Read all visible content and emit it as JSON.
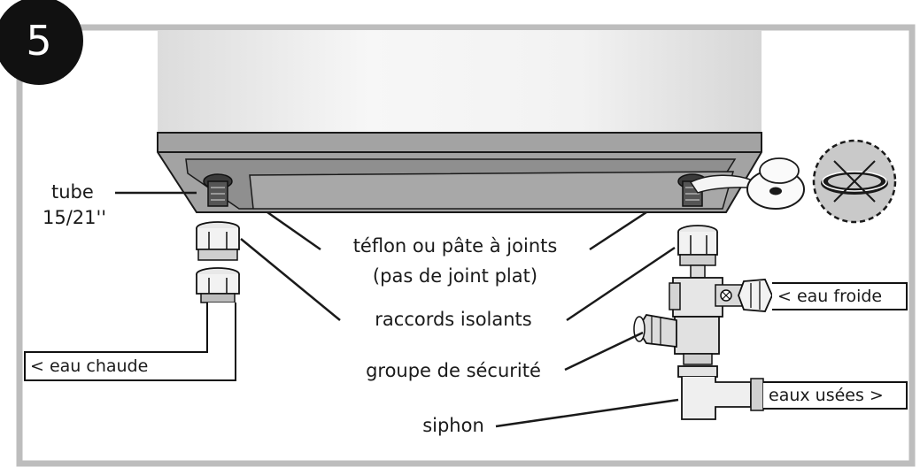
{
  "step": "5",
  "labels": {
    "tube_line1": "tube",
    "tube_line2": "15/21''",
    "teflon_line1": "téflon ou pâte à joints",
    "teflon_line2": "(pas de joint plat)",
    "raccords": "raccords isolants",
    "groupe": "groupe de sécurité",
    "siphon": "siphon"
  },
  "pipes": {
    "hot": "< eau chaude",
    "cold": "< eau froide",
    "waste": "eaux usées >"
  },
  "colors": {
    "frame": "#bdbdbd",
    "tank": "#ececec",
    "base": "#a3a3a3",
    "ink": "#1a1a1a",
    "badge": "#111111",
    "forbidden_bg": "#c9c9c9"
  },
  "icons": [
    "step-badge-icon",
    "flat-gasket-forbidden-icon",
    "teflon-tape-roll-icon"
  ]
}
